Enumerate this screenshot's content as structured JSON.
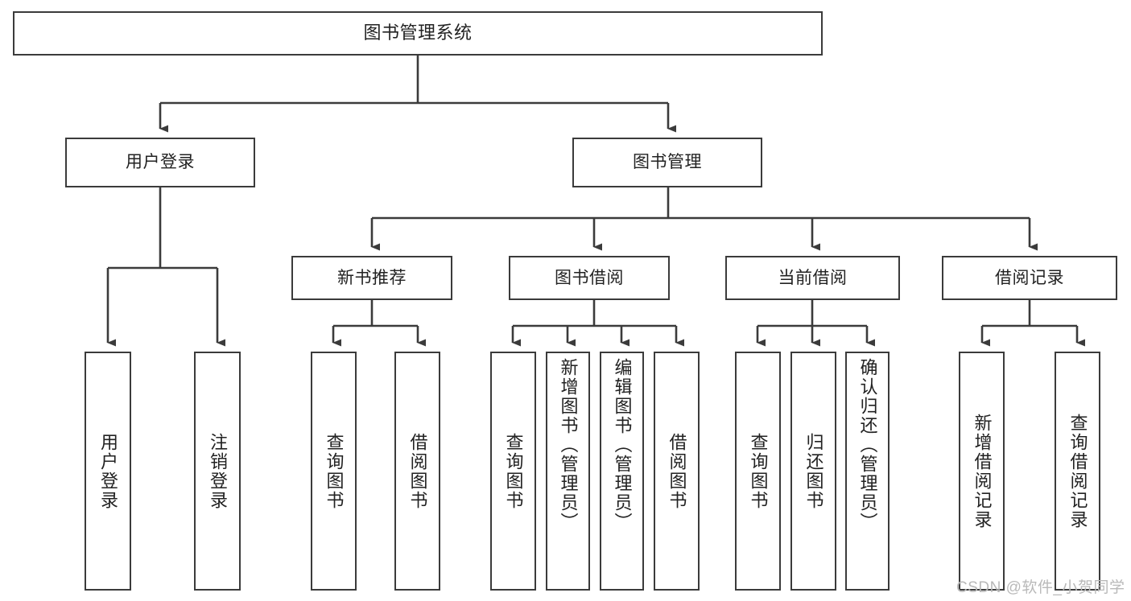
{
  "diagram": {
    "title": "图书管理系统",
    "type": "functional-structure-tree",
    "root": {
      "id": "root",
      "label": "图书管理系统"
    },
    "level2": [
      {
        "id": "user-login",
        "label": "用户登录"
      },
      {
        "id": "book-management",
        "label": "图书管理"
      }
    ],
    "level3": [
      {
        "id": "new-book-recommend",
        "label": "新书推荐",
        "parent": "book-management"
      },
      {
        "id": "book-borrow",
        "label": "图书借阅",
        "parent": "book-management"
      },
      {
        "id": "current-borrow",
        "label": "当前借阅",
        "parent": "book-management"
      },
      {
        "id": "borrow-record",
        "label": "借阅记录",
        "parent": "book-management"
      }
    ],
    "leaves": [
      {
        "id": "leaf-user-login",
        "label": "用户登录",
        "parent": "user-login"
      },
      {
        "id": "leaf-user-logout",
        "label": "注销登录",
        "parent": "user-login"
      },
      {
        "id": "leaf-query-book-1",
        "label": "查询图书",
        "parent": "new-book-recommend"
      },
      {
        "id": "leaf-borrow-book-1",
        "label": "借阅图书",
        "parent": "new-book-recommend"
      },
      {
        "id": "leaf-query-book-2",
        "label": "查询图书",
        "parent": "book-borrow"
      },
      {
        "id": "leaf-add-book",
        "label": "新增图书（管理员）",
        "parent": "book-borrow"
      },
      {
        "id": "leaf-edit-book",
        "label": "编辑图书（管理员）",
        "parent": "book-borrow"
      },
      {
        "id": "leaf-borrow-book-2",
        "label": "借阅图书",
        "parent": "book-borrow"
      },
      {
        "id": "leaf-query-book-3",
        "label": "查询图书",
        "parent": "current-borrow"
      },
      {
        "id": "leaf-return-book",
        "label": "归还图书",
        "parent": "current-borrow"
      },
      {
        "id": "leaf-confirm-return",
        "label": "确认归还（管理员）",
        "parent": "current-borrow"
      },
      {
        "id": "leaf-add-record",
        "label": "新增借阅记录",
        "parent": "borrow-record"
      },
      {
        "id": "leaf-query-record",
        "label": "查询借阅记录",
        "parent": "borrow-record"
      }
    ],
    "colors": {
      "box_border": "#3b3b3b",
      "box_fill": "#ffffff",
      "edge": "#3b3b3b",
      "text": "#222222",
      "watermark": "#b9b9b9",
      "background": "#ffffff"
    }
  },
  "watermark": {
    "text": "CSDN @软件_小贺同学"
  }
}
